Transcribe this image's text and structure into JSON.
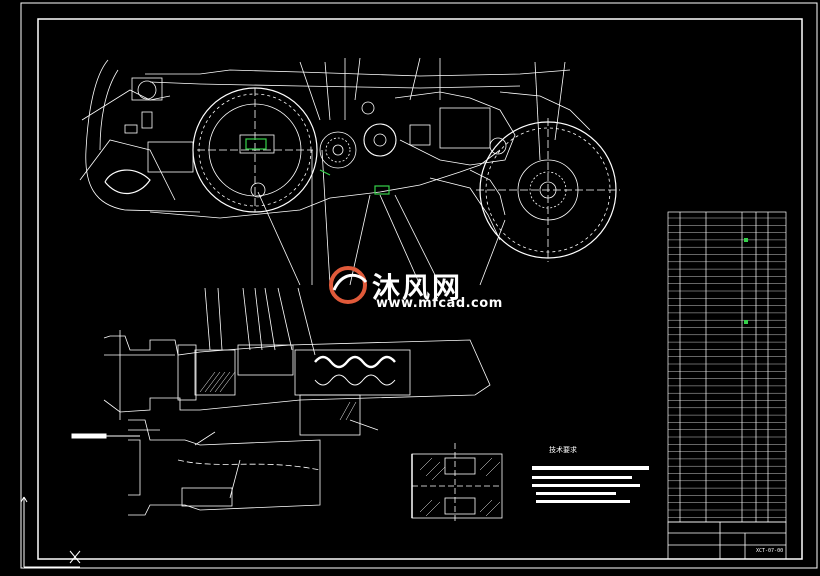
{
  "watermark": {
    "title": "沐风网",
    "url": "www.mfcad.com"
  },
  "notes": {
    "title": "技术要求"
  },
  "title_block": {
    "drawing_no": "XCT-07-00"
  },
  "colors": {
    "background": "#000000",
    "lines": "#ffffff",
    "watermark_logo": "#e05a3a",
    "watermark_text": "#ffffff",
    "accent_green": "#35d04a"
  }
}
